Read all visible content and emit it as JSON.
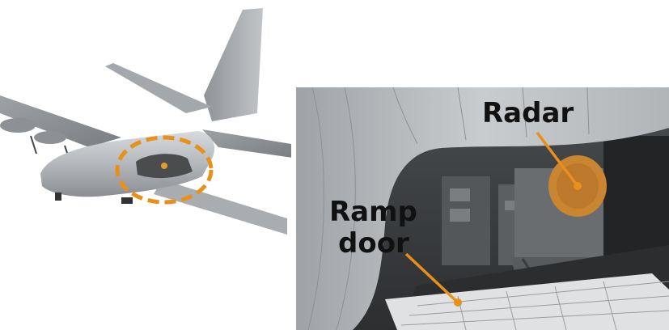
{
  "labels": {
    "radar": "Radar",
    "ramp_line1": "Ramp",
    "ramp_line2": "door"
  },
  "colors": {
    "callout_orange": "#E8901A",
    "radar_dish": "#D98A2A",
    "fuselage_gray": "#B9BDC1",
    "cargo_dark": "#3B3C3D"
  },
  "icons": {
    "highlight": "dashed-ellipse",
    "pointer": "leader-line-with-dot"
  }
}
